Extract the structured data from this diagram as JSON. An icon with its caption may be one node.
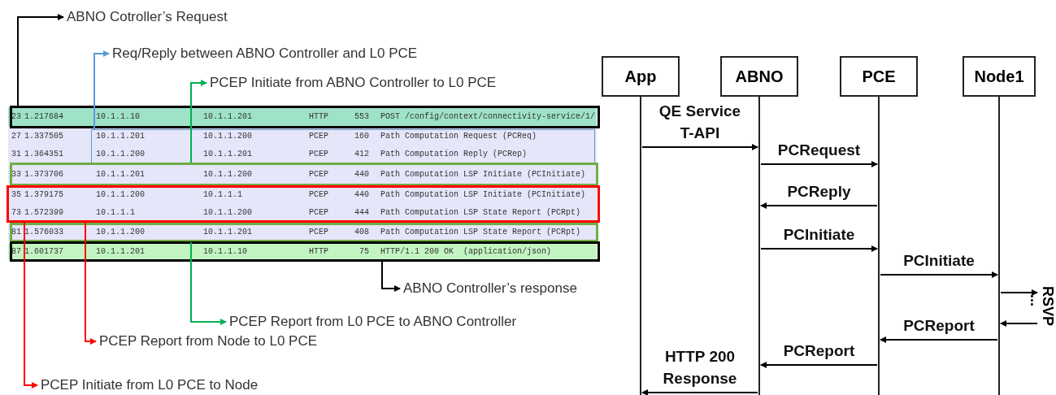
{
  "diagram": {
    "nodes": [
      {
        "text": [
          "ABNO Cotroller’s Request"
        ]
      },
      {
        "text": [
          "Req/Reply between ABNO Controller and L0 PCE"
        ]
      },
      {
        "text": [
          "PCEP Initiate from ABNO Controller to L0 PCE"
        ]
      },
      {
        "text": [
          "ABNO Controller’s response"
        ]
      },
      {
        "text": [
          "PCEP Report from L0 PCE to ABNO Controller"
        ]
      },
      {
        "text": [
          "PCEP Report from Node to L0 PCE"
        ]
      },
      {
        "text": [
          "PCEP Initiate from L0 PCE to Node"
        ]
      },
      {
        "text": [],
        "shape": "box"
      },
      {
        "text": [],
        "shape": "box"
      },
      {
        "text": [],
        "shape": "box"
      },
      {
        "text": [],
        "shape": "box"
      },
      {
        "text": [],
        "shape": "box"
      },
      {
        "text": [],
        "shape": "box"
      },
      {
        "text": [
          "App"
        ]
      },
      {
        "text": [
          "ABNO"
        ]
      },
      {
        "text": [
          "PCE"
        ]
      },
      {
        "text": [
          "Node1"
        ]
      },
      {
        "text": [
          "RSVP"
        ]
      }
    ],
    "edges": [
      {
        "from": 7,
        "to": 0,
        "arrow": "to"
      },
      {
        "from": 8,
        "to": 1,
        "arrow": "to",
        "color": "#5b9bd5"
      },
      {
        "from": 9,
        "to": 2,
        "arrow": "to",
        "color": "#00b050"
      },
      {
        "from": 12,
        "to": 3,
        "arrow": "to"
      },
      {
        "from": 11,
        "to": 4,
        "arrow": "to",
        "color": "#00b050"
      },
      {
        "from": 10,
        "to": 5,
        "arrow": "to",
        "color": "#ff0000"
      },
      {
        "from": 10,
        "to": 6,
        "arrow": "to",
        "color": "#ff0000"
      },
      {
        "from": 13,
        "to": 14,
        "arrow": "to",
        "label": "QE Service T-API"
      },
      {
        "from": 14,
        "to": 15,
        "arrow": "to",
        "label": "PCRequest"
      },
      {
        "from": 15,
        "to": 14,
        "arrow": "to",
        "label": "PCReply"
      },
      {
        "from": 14,
        "to": 15,
        "arrow": "to",
        "label": "PCInitiate"
      },
      {
        "from": 15,
        "to": 16,
        "arrow": "to",
        "label": "PCInitiate"
      },
      {
        "from": 16,
        "to": 17,
        "arrow": "to"
      },
      {
        "from": 17,
        "to": 16,
        "arrow": "to"
      },
      {
        "from": 16,
        "to": 15,
        "arrow": "to",
        "label": "PCReport"
      },
      {
        "from": 15,
        "to": 14,
        "arrow": "to",
        "label": "PCReport"
      },
      {
        "from": 14,
        "to": 13,
        "arrow": "to",
        "label": "HTTP 200 Response"
      }
    ],
    "labels": [
      "23",
      "1.217684",
      "10.1.1.10",
      "10.1.1.201",
      "HTTP",
      "553",
      "POST /config/context/connectivity-service/1/",
      "27",
      "1.337505",
      "10.1.1.201",
      "10.1.1.200",
      "PCEP",
      "160",
      "Path Computation Request (PCReq)",
      "31",
      "1.364351",
      "10.1.1.200",
      "10.1.1.201",
      "PCEP",
      "412",
      "Path Computation Reply (PCRep)",
      "33",
      "1.373706",
      "10.1.1.201",
      "10.1.1.200",
      "PCEP",
      "440",
      "Path Computation LSP Initiate (PCInitiate)",
      "35",
      "1.379175",
      "10.1.1.200",
      "10.1.1.1",
      "PCEP",
      "440",
      "Path Computation LSP Initiate (PCInitiate)",
      "73",
      "1.572399",
      "10.1.1.1",
      "10.1.1.200",
      "PCEP",
      "444",
      "Path Computation LSP State Report (PCRpt)",
      "81",
      "1.576033",
      "10.1.1.200",
      "10.1.1.201",
      "PCEP",
      "408",
      "Path Computation LSP State Report (PCRpt)",
      "87",
      "1.601737",
      "10.1.1.201",
      "10.1.1.10",
      "HTTP",
      "75",
      "HTTP/1.1 200 OK  (application/json)",
      "..."
    ]
  }
}
